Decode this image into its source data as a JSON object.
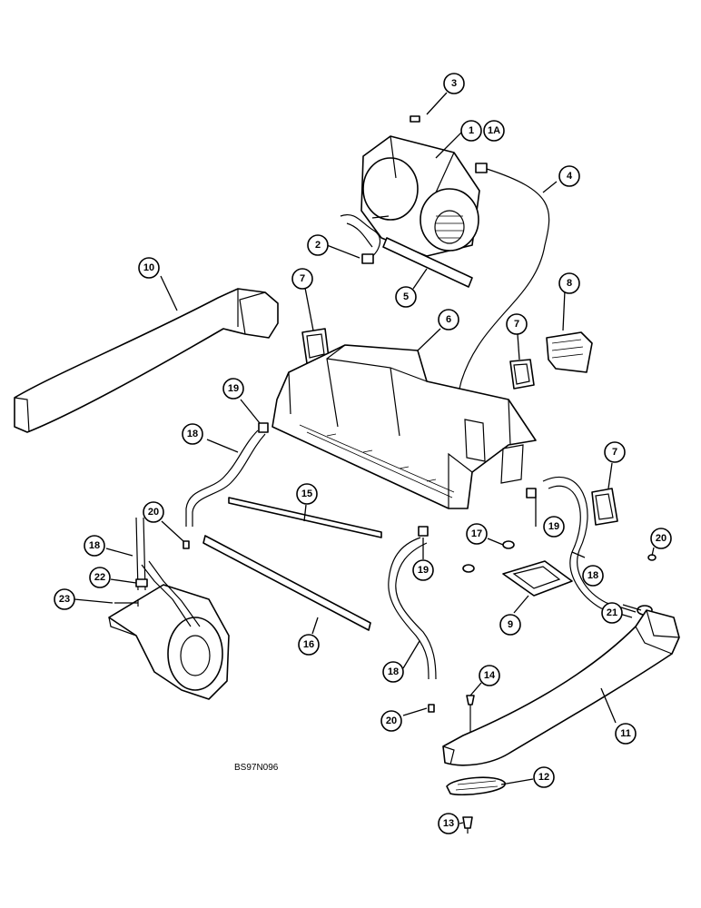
{
  "diagram_code": "BS97N096",
  "callouts": [
    {
      "label": "3"
    },
    {
      "label": "1"
    },
    {
      "label": "1A"
    },
    {
      "label": "4"
    },
    {
      "label": "2"
    },
    {
      "label": "5"
    },
    {
      "label": "10"
    },
    {
      "label": "7"
    },
    {
      "label": "8"
    },
    {
      "label": "6"
    },
    {
      "label": "7"
    },
    {
      "label": "19"
    },
    {
      "label": "18"
    },
    {
      "label": "7"
    },
    {
      "label": "15"
    },
    {
      "label": "20"
    },
    {
      "label": "19"
    },
    {
      "label": "17"
    },
    {
      "label": "20"
    },
    {
      "label": "18"
    },
    {
      "label": "22"
    },
    {
      "label": "23"
    },
    {
      "label": "19"
    },
    {
      "label": "18"
    },
    {
      "label": "9"
    },
    {
      "label": "21"
    },
    {
      "label": "16"
    },
    {
      "label": "18"
    },
    {
      "label": "14"
    },
    {
      "label": "20"
    },
    {
      "label": "11"
    },
    {
      "label": "12"
    },
    {
      "label": "13"
    }
  ]
}
